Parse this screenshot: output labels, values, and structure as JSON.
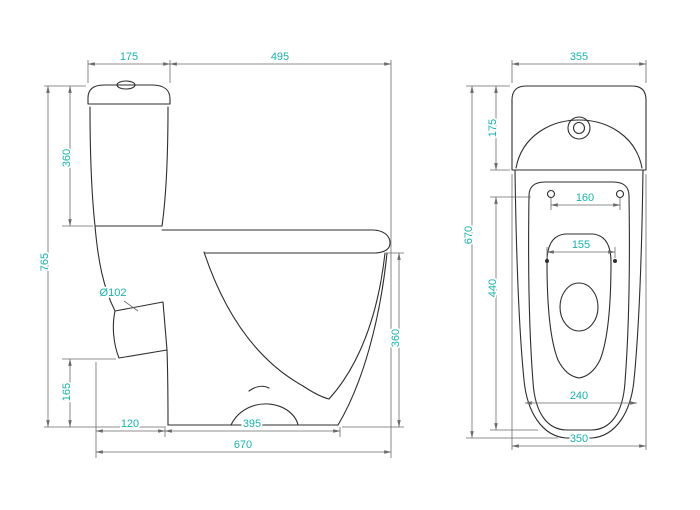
{
  "drawing": {
    "type": "toilet-dimension-drawing",
    "units": "mm"
  },
  "colors": {
    "dimension_text": "#17b3ad",
    "line": "#2e2e2e",
    "dim_line": "#6a6a6a",
    "background": "#ffffff"
  },
  "side_view": {
    "dims": {
      "tank_depth": "175",
      "tank_to_front": "495",
      "tank_height": "360",
      "overall_height": "765",
      "outlet_diameter": "Ø102",
      "outlet_height": "165",
      "outlet_offset": "120",
      "base_depth": "395",
      "overall_depth": "670",
      "bowl_height": "360"
    }
  },
  "top_view": {
    "dims": {
      "tank_width": "355",
      "tank_depth": "175",
      "overall_depth": "670",
      "bolt_spacing": "160",
      "hinge_spacing": "155",
      "seat_length": "440",
      "front_width": "240",
      "bowl_width": "350"
    }
  }
}
